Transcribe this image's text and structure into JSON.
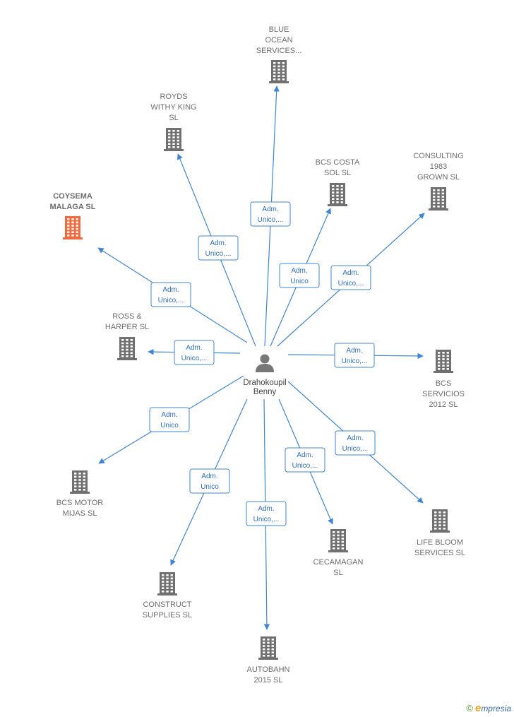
{
  "center": {
    "name_lines": [
      "Drahokoupil",
      "Benny"
    ]
  },
  "colors": {
    "edge": "#3f86d6",
    "building": "#707070",
    "highlight": "#f26a3c"
  },
  "companies": [
    {
      "id": "blue-ocean",
      "lines": [
        "BLUE",
        "OCEAN",
        "SERVICES..."
      ],
      "role": [
        "Adm.",
        "Unico,..."
      ],
      "highlight": false
    },
    {
      "id": "royds",
      "lines": [
        "ROYDS",
        "WITHY KING",
        "SL"
      ],
      "role": [
        "Adm.",
        "Unico,..."
      ],
      "highlight": false
    },
    {
      "id": "bcs-costa",
      "lines": [
        "BCS COSTA",
        "SOL SL"
      ],
      "role": [
        "Adm.",
        "Unico"
      ],
      "highlight": false
    },
    {
      "id": "consulting",
      "lines": [
        "CONSULTING",
        "1983",
        "GROWN  SL"
      ],
      "role": [
        "Adm.",
        "Unico,..."
      ],
      "highlight": false
    },
    {
      "id": "coysema",
      "lines": [
        "COYSEMA",
        "MALAGA  SL"
      ],
      "role": [
        "Adm.",
        "Unico,..."
      ],
      "highlight": true
    },
    {
      "id": "ross",
      "lines": [
        "ROSS &",
        "HARPER  SL"
      ],
      "role": [
        "Adm.",
        "Unico,..."
      ],
      "highlight": false
    },
    {
      "id": "bcs-servicios",
      "lines": [
        "BCS",
        "SERVICIOS",
        "2012 SL"
      ],
      "role": [
        "Adm.",
        "Unico,..."
      ],
      "highlight": false
    },
    {
      "id": "bcs-motor",
      "lines": [
        "BCS MOTOR",
        "MIJAS SL"
      ],
      "role": [
        "Adm.",
        "Unico"
      ],
      "highlight": false
    },
    {
      "id": "life-bloom",
      "lines": [
        "LIFE BLOOM",
        "SERVICES  SL"
      ],
      "role": [
        "Adm.",
        "Unico,..."
      ],
      "highlight": false
    },
    {
      "id": "cecamagan",
      "lines": [
        "CECAMAGAN",
        "SL"
      ],
      "role": [
        "Adm.",
        "Unico,..."
      ],
      "highlight": false
    },
    {
      "id": "construct",
      "lines": [
        "CONSTRUCT",
        "SUPPLIES SL"
      ],
      "role": [
        "Adm.",
        "Unico"
      ],
      "highlight": false
    },
    {
      "id": "autobahn",
      "lines": [
        "AUTOBAHN",
        "2015  SL"
      ],
      "role": [
        "Adm.",
        "Unico,..."
      ],
      "highlight": false
    }
  ],
  "footer": {
    "copyright": "©",
    "brand_initial": "e",
    "brand_rest": "mpresia"
  }
}
